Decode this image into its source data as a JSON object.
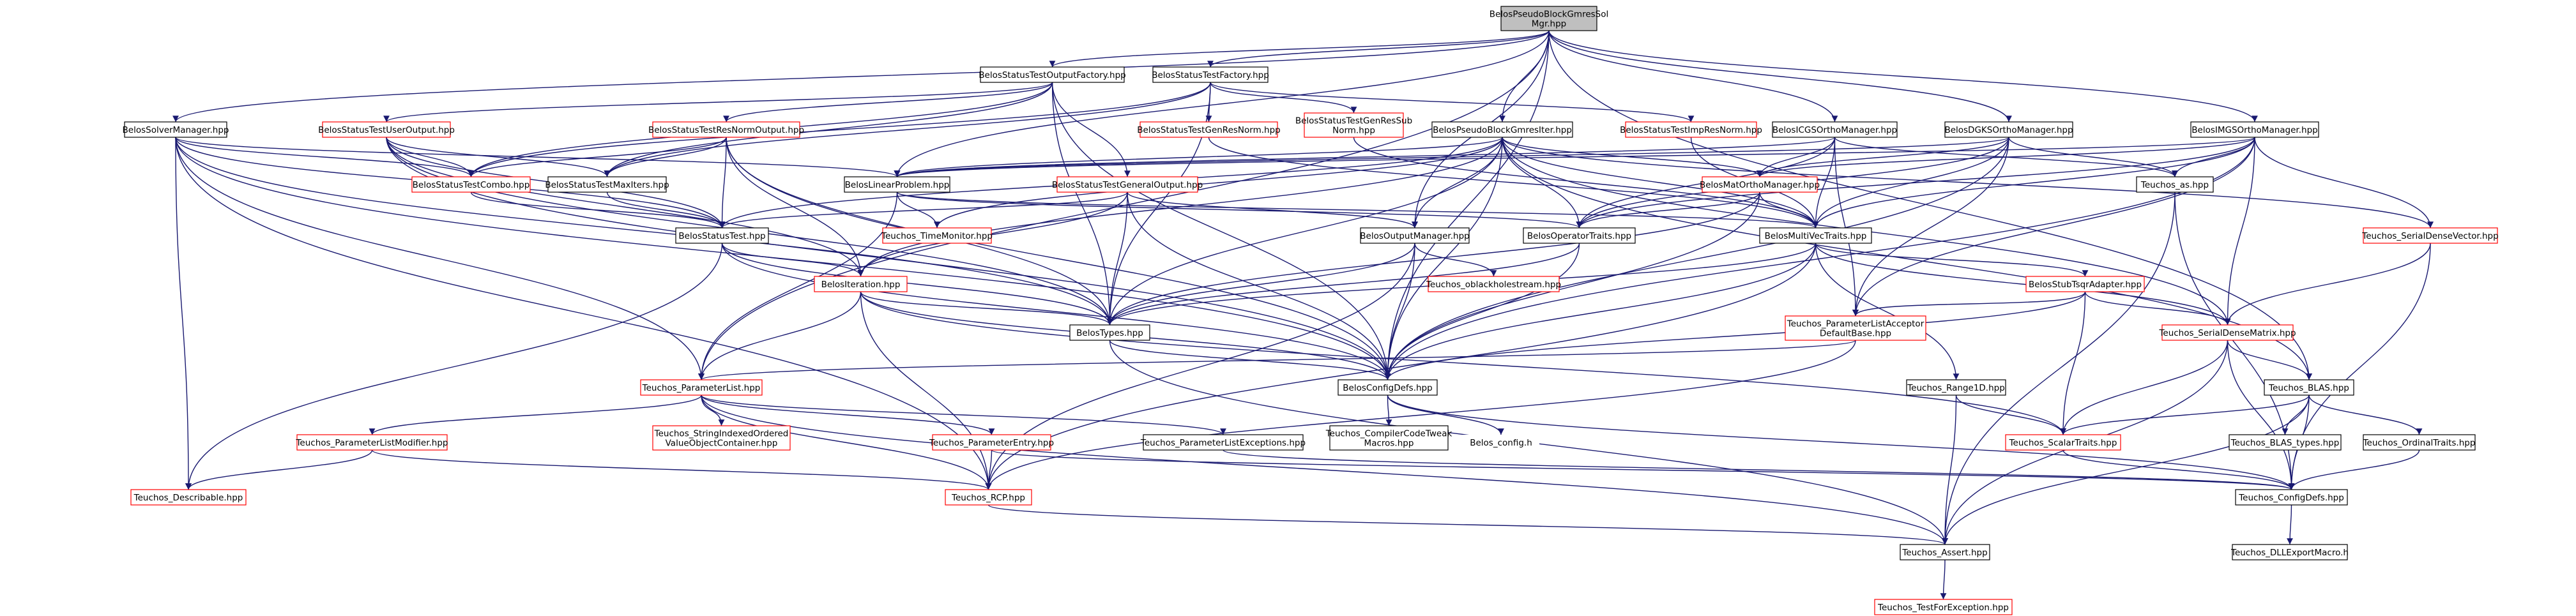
{
  "diagram": {
    "colors": {
      "edge": "#191970",
      "root_fill": "#bfbfbf",
      "root_border": "#000000",
      "node_border": "#000000",
      "incomplete_border": "#ff0000",
      "node_fill": "#ffffff",
      "text": "#000000"
    },
    "nodes": [
      {
        "id": "root",
        "lines": [
          "BelosPseudoBlockGmresSol",
          "Mgr.hpp"
        ],
        "style": "root"
      },
      {
        "id": "stof",
        "lines": [
          "BelosStatusTestOutputFactory.hpp"
        ],
        "style": "normal"
      },
      {
        "id": "stf",
        "lines": [
          "BelosStatusTestFactory.hpp"
        ],
        "style": "normal"
      },
      {
        "id": "solvmgr",
        "lines": [
          "BelosSolverManager.hpp"
        ],
        "style": "normal"
      },
      {
        "id": "stuo",
        "lines": [
          "BelosStatusTestUserOutput.hpp"
        ],
        "style": "incomplete"
      },
      {
        "id": "strno",
        "lines": [
          "BelosStatusTestResNormOutput.hpp"
        ],
        "style": "incomplete"
      },
      {
        "id": "stgrn",
        "lines": [
          "BelosStatusTestGenResNorm.hpp"
        ],
        "style": "incomplete"
      },
      {
        "id": "stgrsn",
        "lines": [
          "BelosStatusTestGenResSub",
          "Norm.hpp"
        ],
        "style": "incomplete"
      },
      {
        "id": "pbgi",
        "lines": [
          "BelosPseudoBlockGmresIter.hpp"
        ],
        "style": "normal"
      },
      {
        "id": "stirn",
        "lines": [
          "BelosStatusTestImpResNorm.hpp"
        ],
        "style": "incomplete"
      },
      {
        "id": "icgs",
        "lines": [
          "BelosICGSOrthoManager.hpp"
        ],
        "style": "normal"
      },
      {
        "id": "dgks",
        "lines": [
          "BelosDGKSOrthoManager.hpp"
        ],
        "style": "normal"
      },
      {
        "id": "imgs",
        "lines": [
          "BelosIMGSOrthoManager.hpp"
        ],
        "style": "normal"
      },
      {
        "id": "stcombo",
        "lines": [
          "BelosStatusTestCombo.hpp"
        ],
        "style": "incomplete"
      },
      {
        "id": "stmaxit",
        "lines": [
          "BelosStatusTestMaxIters.hpp"
        ],
        "style": "normal"
      },
      {
        "id": "linprob",
        "lines": [
          "BelosLinearProblem.hpp"
        ],
        "style": "normal"
      },
      {
        "id": "stgo",
        "lines": [
          "BelosStatusTestGeneralOutput.hpp"
        ],
        "style": "incomplete"
      },
      {
        "id": "matortho",
        "lines": [
          "BelosMatOrthoManager.hpp"
        ],
        "style": "incomplete"
      },
      {
        "id": "teuchosas",
        "lines": [
          "Teuchos_as.hpp"
        ],
        "style": "normal"
      },
      {
        "id": "stest",
        "lines": [
          "BelosStatusTest.hpp"
        ],
        "style": "normal"
      },
      {
        "id": "timemon",
        "lines": [
          "Teuchos_TimeMonitor.hpp"
        ],
        "style": "incomplete"
      },
      {
        "id": "outmgr",
        "lines": [
          "BelosOutputManager.hpp"
        ],
        "style": "normal"
      },
      {
        "id": "optraits",
        "lines": [
          "BelosOperatorTraits.hpp"
        ],
        "style": "normal"
      },
      {
        "id": "mvtraits",
        "lines": [
          "BelosMultiVecTraits.hpp"
        ],
        "style": "normal"
      },
      {
        "id": "sdv",
        "lines": [
          "Teuchos_SerialDenseVector.hpp"
        ],
        "style": "incomplete"
      },
      {
        "id": "iteration",
        "lines": [
          "BelosIteration.hpp"
        ],
        "style": "incomplete"
      },
      {
        "id": "oblackhole",
        "lines": [
          "Teuchos_oblackholestream.hpp"
        ],
        "style": "incomplete"
      },
      {
        "id": "stubtsqr",
        "lines": [
          "BelosStubTsqrAdapter.hpp"
        ],
        "style": "incomplete"
      },
      {
        "id": "belostypes",
        "lines": [
          "BelosTypes.hpp"
        ],
        "style": "normal"
      },
      {
        "id": "plad",
        "lines": [
          "Teuchos_ParameterListAcceptor",
          "DefaultBase.hpp"
        ],
        "style": "incomplete"
      },
      {
        "id": "sdm",
        "lines": [
          "Teuchos_SerialDenseMatrix.hpp"
        ],
        "style": "incomplete"
      },
      {
        "id": "plist",
        "lines": [
          "Teuchos_ParameterList.hpp"
        ],
        "style": "incomplete"
      },
      {
        "id": "configdefs",
        "lines": [
          "BelosConfigDefs.hpp"
        ],
        "style": "normal"
      },
      {
        "id": "range1d",
        "lines": [
          "Teuchos_Range1D.hpp"
        ],
        "style": "normal"
      },
      {
        "id": "blas",
        "lines": [
          "Teuchos_BLAS.hpp"
        ],
        "style": "normal"
      },
      {
        "id": "plmod",
        "lines": [
          "Teuchos_ParameterListModifier.hpp"
        ],
        "style": "incomplete"
      },
      {
        "id": "sidx",
        "lines": [
          "Teuchos_StringIndexedOrdered",
          "ValueObjectContainer.hpp"
        ],
        "style": "incomplete"
      },
      {
        "id": "pentry",
        "lines": [
          "Teuchos_ParameterEntry.hpp"
        ],
        "style": "incomplete"
      },
      {
        "id": "plexc",
        "lines": [
          "Teuchos_ParameterListExceptions.hpp"
        ],
        "style": "normal"
      },
      {
        "id": "cctweak",
        "lines": [
          "Teuchos_CompilerCodeTweak",
          "Macros.hpp"
        ],
        "style": "normal"
      },
      {
        "id": "belosconfigh",
        "lines": [
          "Belos_config.h"
        ],
        "style": "plain"
      },
      {
        "id": "scalartraits",
        "lines": [
          "Teuchos_ScalarTraits.hpp"
        ],
        "style": "incomplete"
      },
      {
        "id": "blastypes",
        "lines": [
          "Teuchos_BLAS_types.hpp"
        ],
        "style": "normal"
      },
      {
        "id": "ordtraits",
        "lines": [
          "Teuchos_OrdinalTraits.hpp"
        ],
        "style": "normal"
      },
      {
        "id": "describable",
        "lines": [
          "Teuchos_Describable.hpp"
        ],
        "style": "incomplete"
      },
      {
        "id": "rcp",
        "lines": [
          "Teuchos_RCP.hpp"
        ],
        "style": "incomplete"
      },
      {
        "id": "tconfigdefs",
        "lines": [
          "Teuchos_ConfigDefs.hpp"
        ],
        "style": "normal"
      },
      {
        "id": "tassert",
        "lines": [
          "Teuchos_Assert.hpp"
        ],
        "style": "normal"
      },
      {
        "id": "dllexport",
        "lines": [
          "Teuchos_DLLExportMacro.h"
        ],
        "style": "normal"
      },
      {
        "id": "testforexc",
        "lines": [
          "Teuchos_TestForException.hpp"
        ],
        "style": "incomplete"
      }
    ],
    "edges": [
      [
        "root",
        "stof"
      ],
      [
        "root",
        "stf"
      ],
      [
        "root",
        "solvmgr"
      ],
      [
        "root",
        "pbgi"
      ],
      [
        "root",
        "icgs"
      ],
      [
        "root",
        "dgks"
      ],
      [
        "root",
        "imgs"
      ],
      [
        "root",
        "linprob"
      ],
      [
        "root",
        "outmgr"
      ],
      [
        "root",
        "plist"
      ],
      [
        "root",
        "blas"
      ],
      [
        "root",
        "configdefs"
      ],
      [
        "stof",
        "stuo"
      ],
      [
        "stof",
        "strno"
      ],
      [
        "stof",
        "stgo"
      ],
      [
        "stof",
        "stcombo"
      ],
      [
        "stof",
        "stmaxit"
      ],
      [
        "stof",
        "belostypes"
      ],
      [
        "stof",
        "configdefs"
      ],
      [
        "stf",
        "stgrn"
      ],
      [
        "stf",
        "stgrsn"
      ],
      [
        "stf",
        "stirn"
      ],
      [
        "stf",
        "stcombo"
      ],
      [
        "stf",
        "stmaxit"
      ],
      [
        "stf",
        "belostypes"
      ],
      [
        "solvmgr",
        "linprob"
      ],
      [
        "solvmgr",
        "stcombo"
      ],
      [
        "solvmgr",
        "stest"
      ],
      [
        "solvmgr",
        "belostypes"
      ],
      [
        "solvmgr",
        "configdefs"
      ],
      [
        "solvmgr",
        "plist"
      ],
      [
        "solvmgr",
        "rcp"
      ],
      [
        "solvmgr",
        "describable"
      ],
      [
        "stuo",
        "stcombo"
      ],
      [
        "stuo",
        "stest"
      ],
      [
        "stuo",
        "stmaxit"
      ],
      [
        "stuo",
        "iteration"
      ],
      [
        "stuo",
        "belostypes"
      ],
      [
        "stuo",
        "configdefs"
      ],
      [
        "strno",
        "stcombo"
      ],
      [
        "strno",
        "stest"
      ],
      [
        "strno",
        "stmaxit"
      ],
      [
        "strno",
        "iteration"
      ],
      [
        "strno",
        "belostypes"
      ],
      [
        "strno",
        "configdefs"
      ],
      [
        "stgrn",
        "mvtraits"
      ],
      [
        "stgrsn",
        "mvtraits"
      ],
      [
        "stirn",
        "mvtraits"
      ],
      [
        "pbgi",
        "linprob"
      ],
      [
        "pbgi",
        "matortho"
      ],
      [
        "pbgi",
        "outmgr"
      ],
      [
        "pbgi",
        "optraits"
      ],
      [
        "pbgi",
        "mvtraits"
      ],
      [
        "pbgi",
        "iteration"
      ],
      [
        "pbgi",
        "stest"
      ],
      [
        "pbgi",
        "belostypes"
      ],
      [
        "pbgi",
        "configdefs"
      ],
      [
        "pbgi",
        "blas"
      ],
      [
        "pbgi",
        "sdm"
      ],
      [
        "pbgi",
        "sdv"
      ],
      [
        "pbgi",
        "timemon"
      ],
      [
        "icgs",
        "matortho"
      ],
      [
        "icgs",
        "teuchosas"
      ],
      [
        "icgs",
        "optraits"
      ],
      [
        "icgs",
        "mvtraits"
      ],
      [
        "icgs",
        "linprob"
      ],
      [
        "icgs",
        "plad"
      ],
      [
        "dgks",
        "matortho"
      ],
      [
        "dgks",
        "teuchosas"
      ],
      [
        "dgks",
        "optraits"
      ],
      [
        "dgks",
        "mvtraits"
      ],
      [
        "dgks",
        "linprob"
      ],
      [
        "dgks",
        "plad"
      ],
      [
        "dgks",
        "configdefs"
      ],
      [
        "imgs",
        "matortho"
      ],
      [
        "imgs",
        "teuchosas"
      ],
      [
        "imgs",
        "mvtraits"
      ],
      [
        "imgs",
        "optraits"
      ],
      [
        "imgs",
        "sdm"
      ],
      [
        "imgs",
        "sdv"
      ],
      [
        "imgs",
        "plad"
      ],
      [
        "imgs",
        "configdefs"
      ],
      [
        "imgs",
        "linprob"
      ],
      [
        "stcombo",
        "stest"
      ],
      [
        "stmaxit",
        "stest"
      ],
      [
        "linprob",
        "mvtraits"
      ],
      [
        "linprob",
        "optraits"
      ],
      [
        "linprob",
        "timemon"
      ],
      [
        "linprob",
        "plist"
      ],
      [
        "stgo",
        "stest"
      ],
      [
        "stgo",
        "iteration"
      ],
      [
        "stgo",
        "belostypes"
      ],
      [
        "stgo",
        "outmgr"
      ],
      [
        "stgo",
        "configdefs"
      ],
      [
        "matortho",
        "optraits"
      ],
      [
        "matortho",
        "mvtraits"
      ],
      [
        "matortho",
        "belostypes"
      ],
      [
        "matortho",
        "configdefs"
      ],
      [
        "teuchosas",
        "tassert"
      ],
      [
        "teuchosas",
        "tconfigdefs"
      ],
      [
        "stest",
        "iteration"
      ],
      [
        "stest",
        "belostypes"
      ],
      [
        "stest",
        "configdefs"
      ],
      [
        "stest",
        "describable"
      ],
      [
        "outmgr",
        "oblackhole"
      ],
      [
        "outmgr",
        "belostypes"
      ],
      [
        "outmgr",
        "configdefs"
      ],
      [
        "outmgr",
        "rcp"
      ],
      [
        "optraits",
        "belostypes"
      ],
      [
        "optraits",
        "configdefs"
      ],
      [
        "mvtraits",
        "stubtsqr"
      ],
      [
        "mvtraits",
        "belostypes"
      ],
      [
        "mvtraits",
        "configdefs"
      ],
      [
        "mvtraits",
        "range1d"
      ],
      [
        "mvtraits",
        "sdm"
      ],
      [
        "mvtraits",
        "rcp"
      ],
      [
        "sdv",
        "sdm"
      ],
      [
        "sdv",
        "tconfigdefs"
      ],
      [
        "iteration",
        "belostypes"
      ],
      [
        "iteration",
        "configdefs"
      ],
      [
        "iteration",
        "plist"
      ],
      [
        "iteration",
        "rcp"
      ],
      [
        "iteration",
        "scalartraits"
      ],
      [
        "stubtsqr",
        "plad"
      ],
      [
        "stubtsqr",
        "sdm"
      ],
      [
        "stubtsqr",
        "scalartraits"
      ],
      [
        "stubtsqr",
        "configdefs"
      ],
      [
        "belostypes",
        "configdefs"
      ],
      [
        "belostypes",
        "tassert"
      ],
      [
        "plad",
        "plist"
      ],
      [
        "plad",
        "rcp"
      ],
      [
        "sdm",
        "blas"
      ],
      [
        "sdm",
        "scalartraits"
      ],
      [
        "sdm",
        "tconfigdefs"
      ],
      [
        "sdm",
        "tassert"
      ],
      [
        "plist",
        "plmod"
      ],
      [
        "plist",
        "sidx"
      ],
      [
        "plist",
        "pentry"
      ],
      [
        "plist",
        "plexc"
      ],
      [
        "plist",
        "rcp"
      ],
      [
        "plist",
        "tassert"
      ],
      [
        "configdefs",
        "cctweak"
      ],
      [
        "configdefs",
        "belosconfigh"
      ],
      [
        "configdefs",
        "tconfigdefs"
      ],
      [
        "range1d",
        "scalartraits"
      ],
      [
        "range1d",
        "tassert"
      ],
      [
        "blas",
        "blastypes"
      ],
      [
        "blas",
        "ordtraits"
      ],
      [
        "blas",
        "scalartraits"
      ],
      [
        "blas",
        "tconfigdefs"
      ],
      [
        "blas",
        "tassert"
      ],
      [
        "plmod",
        "describable"
      ],
      [
        "plmod",
        "rcp"
      ],
      [
        "pentry",
        "rcp"
      ],
      [
        "pentry",
        "tconfigdefs"
      ],
      [
        "plexc",
        "tconfigdefs"
      ],
      [
        "scalartraits",
        "tconfigdefs"
      ],
      [
        "ordtraits",
        "tconfigdefs"
      ],
      [
        "rcp",
        "tassert"
      ],
      [
        "tconfigdefs",
        "dllexport"
      ],
      [
        "tassert",
        "testforexc"
      ]
    ]
  }
}
